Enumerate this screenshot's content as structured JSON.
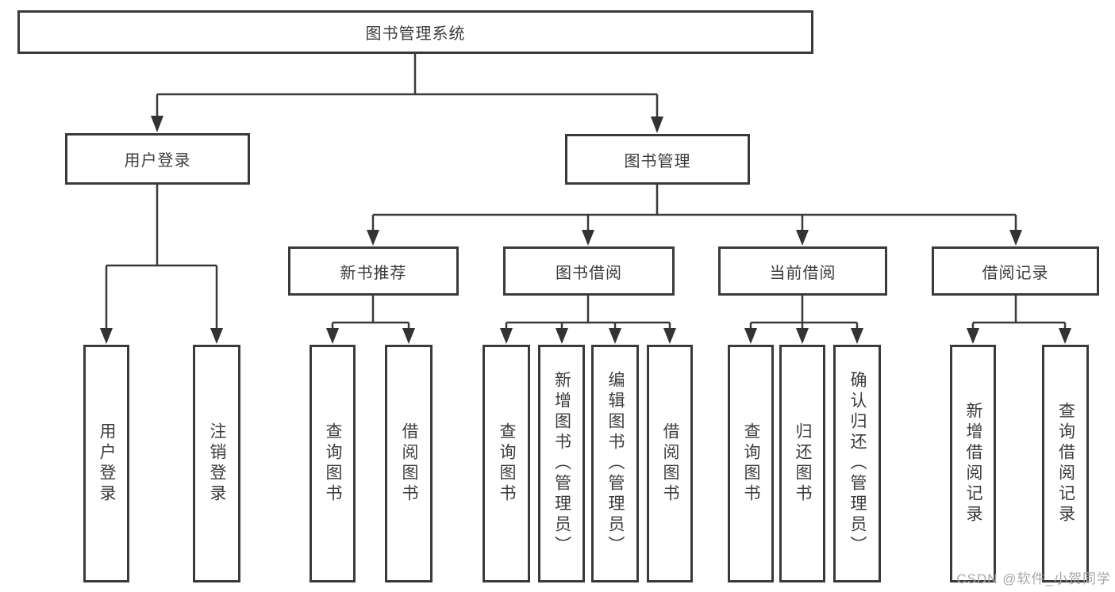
{
  "tree": {
    "label": "图书管理系统",
    "children": [
      {
        "label": "用户登录",
        "children": [
          {
            "label": "用户登录"
          },
          {
            "label": "注销登录"
          }
        ]
      },
      {
        "label": "图书管理",
        "children": [
          {
            "label": "新书推荐",
            "children": [
              {
                "label": "查询图书"
              },
              {
                "label": "借阅图书"
              }
            ]
          },
          {
            "label": "图书借阅",
            "children": [
              {
                "label": "查询图书"
              },
              {
                "label": "新增图书（管理员）"
              },
              {
                "label": "编辑图书（管理员）"
              },
              {
                "label": "借阅图书"
              }
            ]
          },
          {
            "label": "当前借阅",
            "children": [
              {
                "label": "查询图书"
              },
              {
                "label": "归还图书"
              },
              {
                "label": "确认归还（管理员）"
              }
            ]
          },
          {
            "label": "借阅记录",
            "children": [
              {
                "label": "新增借阅记录"
              },
              {
                "label": "查询借阅记录"
              }
            ]
          }
        ]
      }
    ]
  },
  "watermark": "CSDN @软件_小贺同学",
  "colors": {
    "line": "#3a3a3a",
    "border": "#3a3a3a",
    "text": "#3c3c3c",
    "watermark": "#a8a8a8",
    "background": "#ffffff"
  }
}
